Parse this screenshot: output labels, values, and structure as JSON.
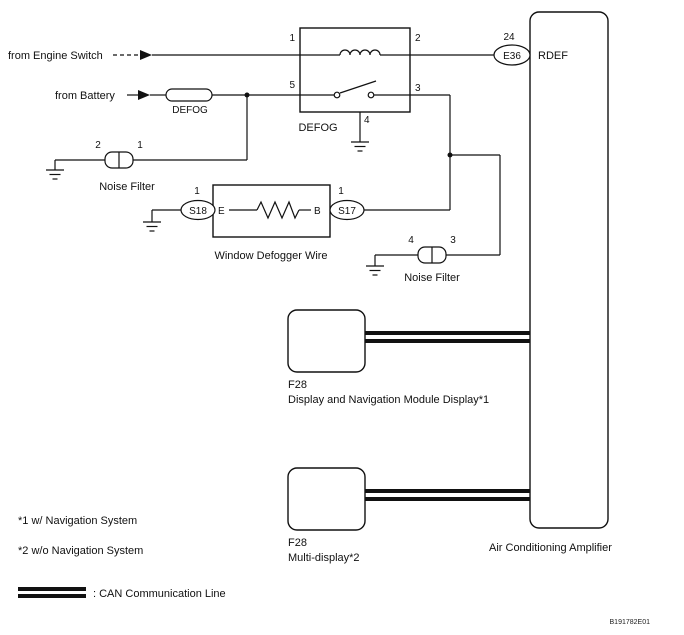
{
  "figure_id": "B191782E01",
  "sources": {
    "engine_switch": "from Engine Switch",
    "battery": "from Battery"
  },
  "fuse": {
    "label": "DEFOG"
  },
  "relay": {
    "label": "DEFOG",
    "pin1": "1",
    "pin2": "2",
    "pin3": "3",
    "pin4": "4",
    "pin5": "5"
  },
  "noise_filter_left": {
    "label": "Noise Filter",
    "pin_left": "2",
    "pin_right": "1"
  },
  "noise_filter_right": {
    "label": "Noise Filter",
    "pin_left": "4",
    "pin_right": "3"
  },
  "defogger_wire": {
    "label": "Window Defogger Wire",
    "terminal_e": "E",
    "terminal_b": "B",
    "connector_left": "S18",
    "connector_left_pin": "1",
    "connector_right": "S17",
    "connector_right_pin": "1"
  },
  "amplifier": {
    "label": "Air Conditioning Amplifier",
    "connector": "E36",
    "connector_pin": "24",
    "terminal": "RDEF"
  },
  "display_nav": {
    "connector": "F28",
    "label": "Display and Navigation Module Display*1"
  },
  "multi_display": {
    "connector": "F28",
    "label": "Multi-display*2"
  },
  "notes": {
    "note1": "*1  w/ Navigation System",
    "note2": "*2  w/o Navigation System",
    "can_legend": ": CAN Communication Line"
  }
}
